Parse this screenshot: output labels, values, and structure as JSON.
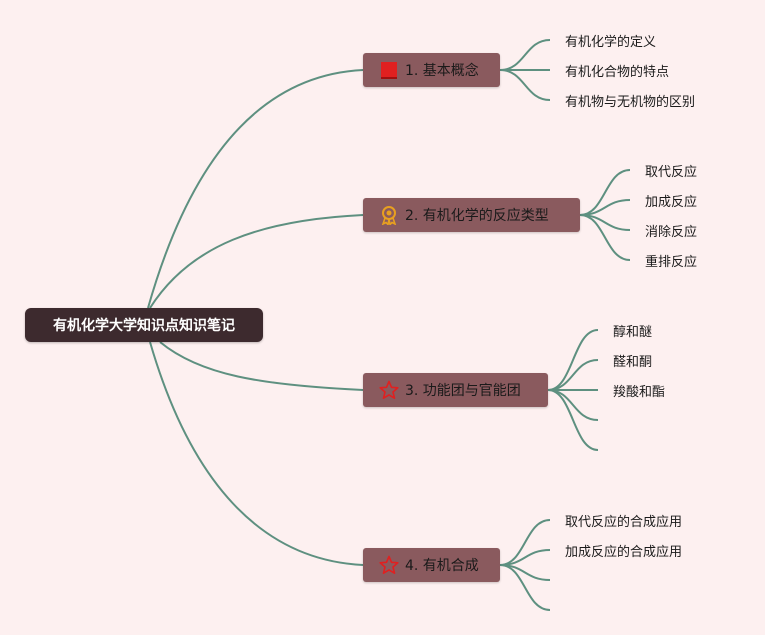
{
  "root": {
    "label": "有机化学大学知识点知识笔记"
  },
  "branches": [
    {
      "label": "1. 基本概念",
      "icon": "red-flag-square-icon",
      "children": [
        "有机化学的定义",
        "有机化合物的特点",
        "有机物与无机物的区别"
      ]
    },
    {
      "label": "2. 有机化学的反应类型",
      "icon": "award-medal-icon",
      "children": [
        "取代反应",
        "加成反应",
        "消除反应",
        "重排反应"
      ]
    },
    {
      "label": "3. 功能团与官能团",
      "icon": "star-outline-icon",
      "children": [
        "醇和醚",
        "醛和酮",
        "羧酸和酯",
        "",
        ""
      ]
    },
    {
      "label": "4. 有机合成",
      "icon": "star-outline-icon",
      "children": [
        "取代反应的合成应用",
        "加成反应的合成应用",
        "",
        ""
      ]
    }
  ],
  "colors": {
    "background": "#fdf0f0",
    "root_fill": "#3d2a2e",
    "branch_fill": "#8a5a5e",
    "connector": "#5e9080",
    "icon_red": "#e02020",
    "icon_orange": "#e8a020"
  }
}
